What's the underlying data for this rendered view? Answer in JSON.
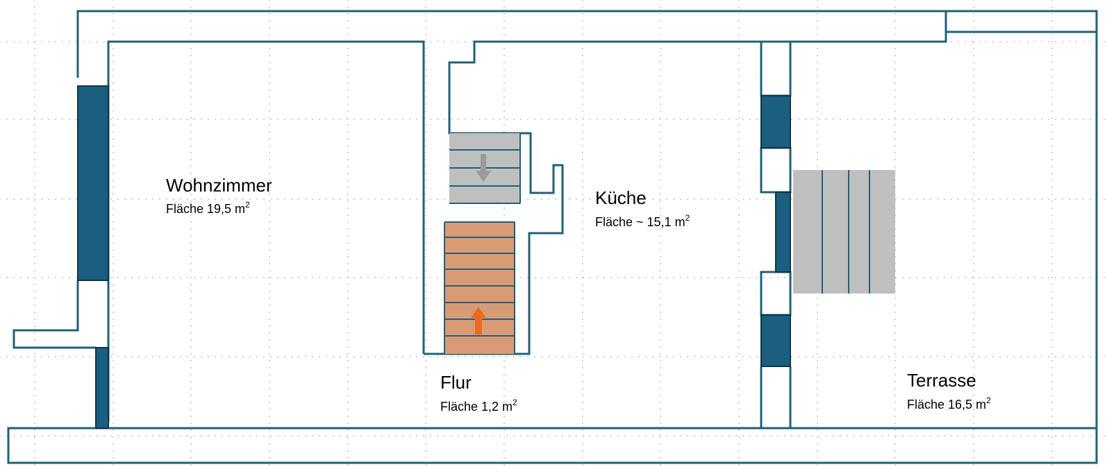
{
  "plan": {
    "rooms": [
      {
        "id": "wohnzimmer",
        "name": "Wohnzimmer",
        "area_prefix": "Fläche 19,5 m",
        "area_sup": "2"
      },
      {
        "id": "kueche",
        "name": "Küche",
        "area_prefix": "Fläche ~ 15,1 m",
        "area_sup": "2"
      },
      {
        "id": "flur",
        "name": "Flur",
        "area_prefix": "Fläche 1,2 m",
        "area_sup": "2"
      },
      {
        "id": "terrasse",
        "name": "Terrasse",
        "area_prefix": "Fläche 16,5 m",
        "area_sup": "2"
      }
    ],
    "stairs": [
      {
        "id": "stairs-down",
        "direction": "down",
        "color": "#bfbfbf",
        "arrow_color": "#9a9a9a"
      },
      {
        "id": "stairs-up",
        "direction": "up",
        "color": "#d99b76",
        "arrow_color": "#ee6a1f"
      },
      {
        "id": "terrace-steps",
        "direction": "none",
        "color": "#bfbfbf"
      }
    ],
    "colors": {
      "wall_line": "#1f6078",
      "window_fill": "#1a5f80",
      "grid_dot": "#b0b0b0",
      "background": "#ffffff"
    }
  }
}
